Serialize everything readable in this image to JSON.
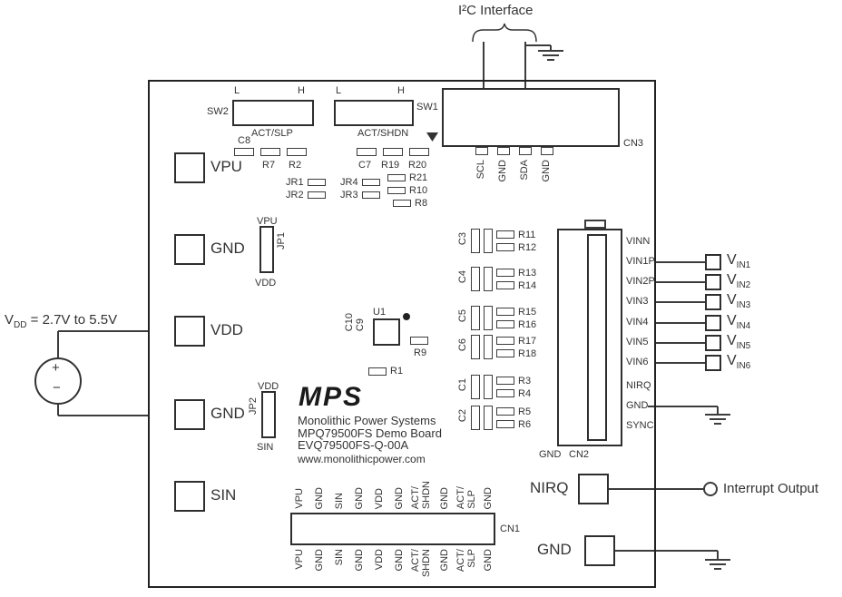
{
  "page": {
    "bg": "#ffffff",
    "ink": "#333333",
    "line": "#3c3c3c"
  },
  "top": {
    "i2c_label": "I²C Interface"
  },
  "left": {
    "vdd_v": "V",
    "vdd_sub": "DD",
    "vdd_eq": " = 2.7V to 5.5V",
    "src_plus": "+",
    "src_minus": "−"
  },
  "right": {
    "vins": [
      {
        "v": "V",
        "sub": "IN1"
      },
      {
        "v": "V",
        "sub": "IN2"
      },
      {
        "v": "V",
        "sub": "IN3"
      },
      {
        "v": "V",
        "sub": "IN4"
      },
      {
        "v": "V",
        "sub": "IN5"
      },
      {
        "v": "V",
        "sub": "IN6"
      }
    ],
    "interrupt_label": "Interrupt Output"
  },
  "board": {
    "left_pads": [
      "VPU",
      "GND",
      "VDD",
      "GND",
      "SIN"
    ],
    "sw2": {
      "name": "SW2",
      "l": "L",
      "h": "H",
      "mode": "ACT/SLP"
    },
    "sw1": {
      "name": "SW1",
      "l": "L",
      "h": "H",
      "mode": "ACT/SHDN"
    },
    "top_passives": {
      "c8": "C8",
      "r7": "R7",
      "r2": "R2",
      "c7": "C7",
      "r19": "R19",
      "r20": "R20",
      "jr1": "JR1",
      "jr2": "JR2",
      "jr4": "JR4",
      "jr3": "JR3",
      "r21": "R21",
      "r10": "R10",
      "r8": "R8"
    },
    "jp1": {
      "top": "VPU",
      "name": "JP1",
      "bottom": "VDD"
    },
    "jp2": {
      "top": "VDD",
      "name": "JP2",
      "bottom": "SIN"
    },
    "u1": {
      "name": "U1",
      "c10": "C10",
      "c9": "C9",
      "r9": "R9",
      "r1": "R1"
    },
    "logo": {
      "mark": "MPS",
      "company": "Monolithic Power Systems",
      "board_name": "MPQ79500FS Demo Board",
      "board_id": "EVQ79500FS-Q-00A",
      "website": "www.monolithicpower.com"
    },
    "cn3": {
      "name": "CN3",
      "pins": [
        "SCL",
        "GND",
        "SDA",
        "GND"
      ]
    },
    "cn2": {
      "name": "CN2",
      "gnd": "GND",
      "pins": [
        "VINN",
        "VIN1P",
        "VIN2P",
        "VIN3",
        "VIN4",
        "VIN5",
        "VIN6",
        "NIRQ",
        "GND",
        "SYNC"
      ]
    },
    "cn1": {
      "name": "CN1",
      "pins": [
        "VPU",
        "GND",
        "SIN",
        "GND",
        "VDD",
        "GND",
        "ACT/",
        "SHDN",
        "GND",
        "ACT/",
        "SLP",
        "GND"
      ]
    },
    "filters": [
      {
        "cap": "C3",
        "rt": "R11",
        "rb": "R12"
      },
      {
        "cap": "C4",
        "rt": "R13",
        "rb": "R14"
      },
      {
        "cap": "C5",
        "rt": "R15",
        "rb": "R16"
      },
      {
        "cap": "C6",
        "rt": "R17",
        "rb": "R18"
      },
      {
        "cap": "C1",
        "rt": "R3",
        "rb": "R4"
      },
      {
        "cap": "C2",
        "rt": "R5",
        "rb": "R6"
      }
    ],
    "nirq": "NIRQ",
    "gnd_out": "GND"
  }
}
